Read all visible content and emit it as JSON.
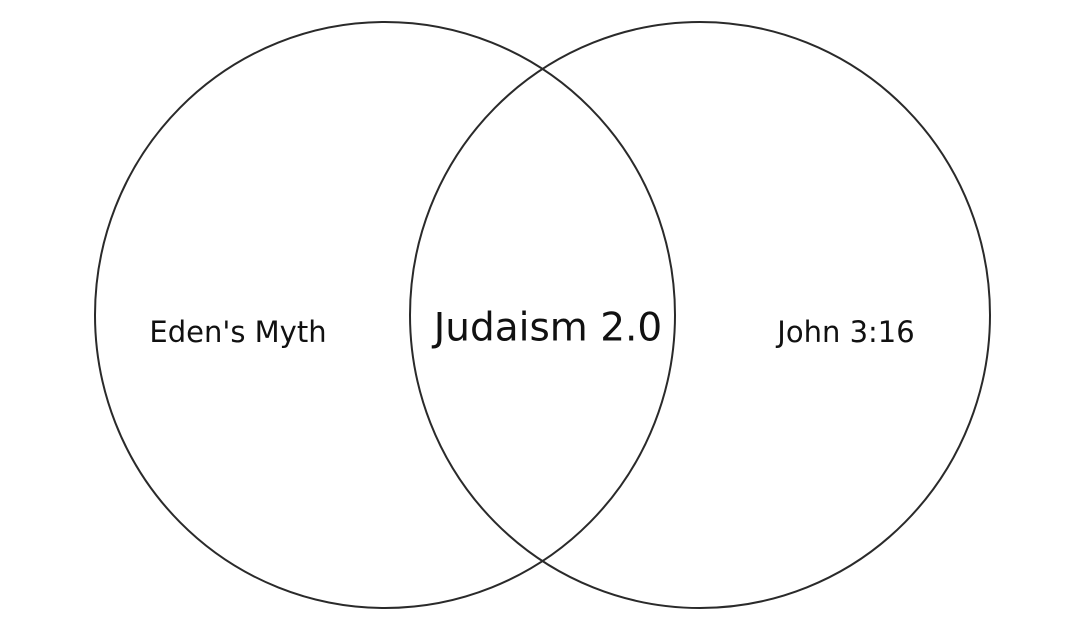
{
  "venn": {
    "left_label": "Eden's Myth",
    "center_label": "Judaism 2.0",
    "right_label": "John 3:16",
    "stroke_color": "#2a2a2a"
  }
}
